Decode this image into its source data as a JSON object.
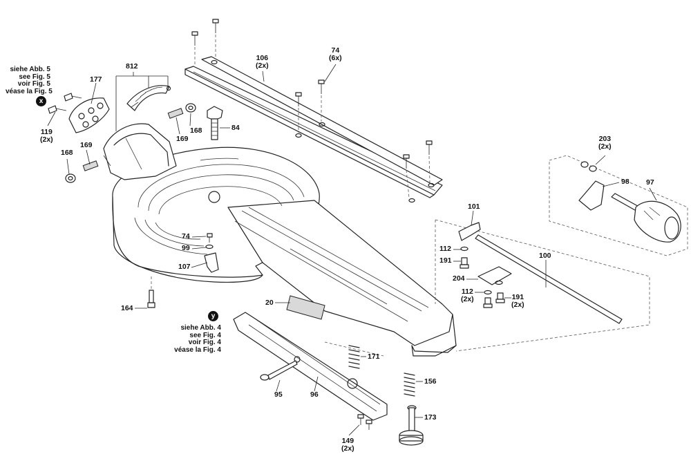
{
  "diagram": {
    "labels": {
      "p812": "812",
      "p177": "177",
      "p106": "106",
      "p106q": "(2x)",
      "p74a": "74",
      "p74aq": "(6x)",
      "p119": "119",
      "p119q": "(2x)",
      "p168a": "168",
      "p168b": "168",
      "p169a": "169",
      "p169b": "169",
      "p84": "84",
      "p203": "203",
      "p203q": "(2x)",
      "p98": "98",
      "p97": "97",
      "p101": "101",
      "p74b": "74",
      "p99": "99",
      "p107": "107",
      "p112a": "112",
      "p191a": "191",
      "p204": "204",
      "p112b": "112",
      "p112bq": "(2x)",
      "p191b": "191",
      "p191bq": "(2x)",
      "p100": "100",
      "p164": "164",
      "p20": "20",
      "p171": "171",
      "p156": "156",
      "p173": "173",
      "p95": "95",
      "p96": "96",
      "p149": "149",
      "p149q": "(2x)"
    },
    "references": {
      "fig5": [
        "siehe Abb. 5",
        "see Fig. 5",
        "voir Fig. 5",
        "véase la Fig. 5"
      ],
      "fig4": [
        "siehe Abb. 4",
        "see Fig. 4",
        "voir Fig. 4",
        "véase la Fig. 4"
      ]
    },
    "markers": {
      "x": "x",
      "y": "y"
    }
  }
}
